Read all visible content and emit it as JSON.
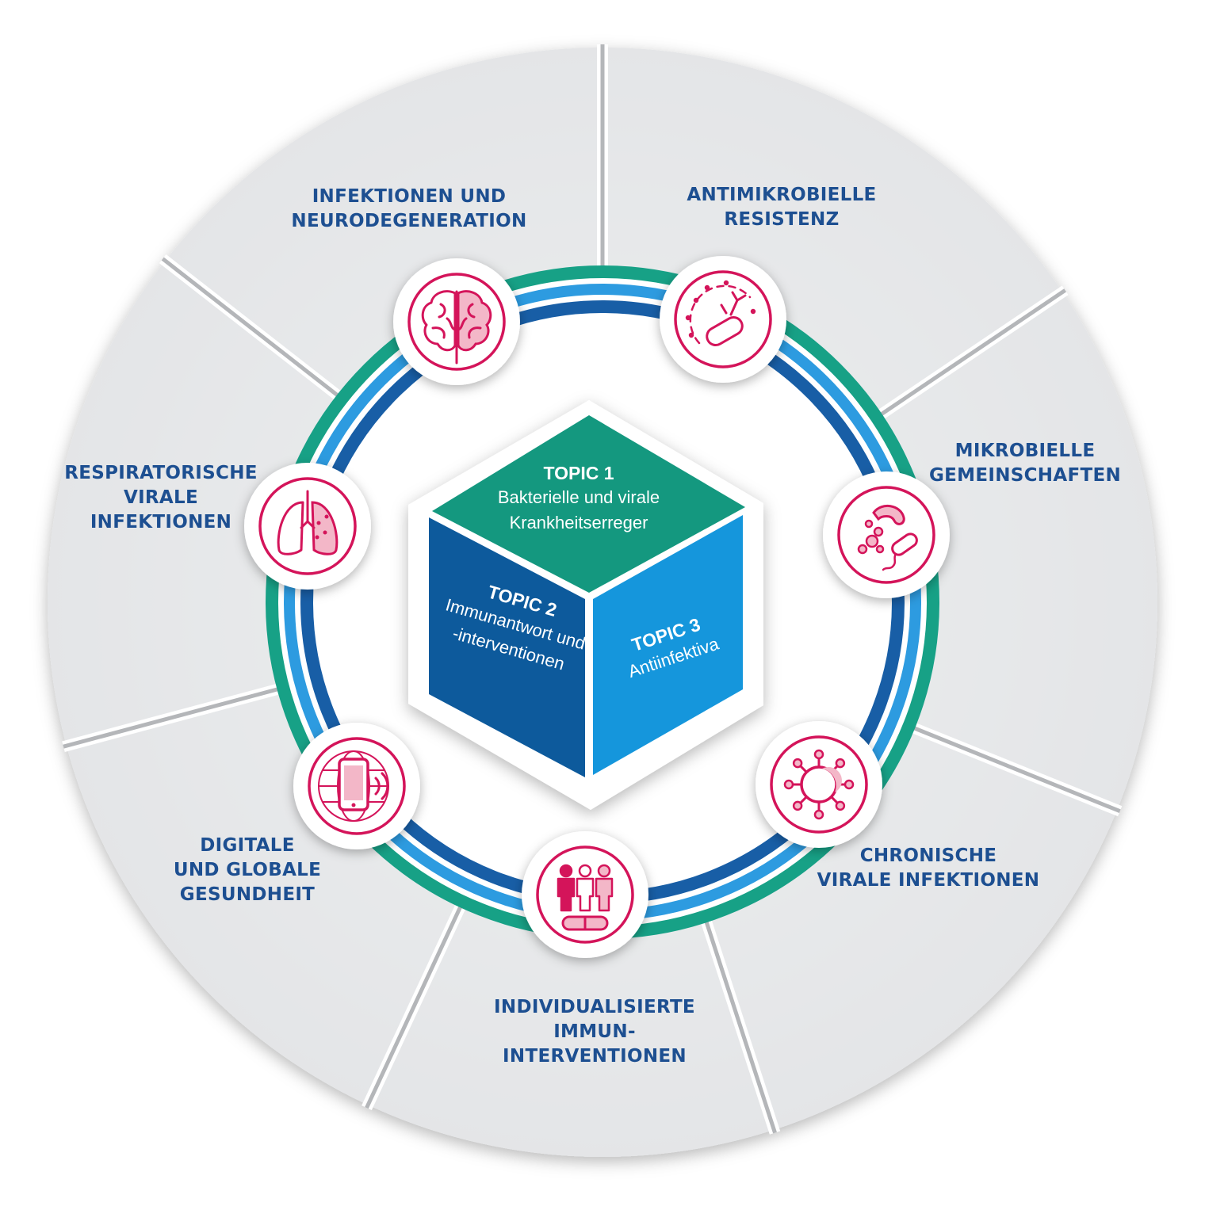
{
  "segments": [
    {
      "id": "neuro",
      "lines": [
        "INFEKTIONEN UND",
        "NEURODEGENERATION"
      ],
      "icon": "brain-icon"
    },
    {
      "id": "amr",
      "lines": [
        "ANTIMIKROBIELLE",
        "RESISTENZ"
      ],
      "icon": "bacterium-icon"
    },
    {
      "id": "microbial",
      "lines": [
        "MIKROBIELLE",
        "GEMEINSCHAFTEN"
      ],
      "icon": "microbes-icon"
    },
    {
      "id": "chronic",
      "lines": [
        "CHRONISCHE",
        "VIRALE INFEKTIONEN"
      ],
      "icon": "virus-icon"
    },
    {
      "id": "individual",
      "lines": [
        "INDIVIDUALISIERTE",
        "IMMUN-",
        "INTERVENTIONEN"
      ],
      "icon": "people-pill-icon"
    },
    {
      "id": "digital",
      "lines": [
        "DIGITALE",
        "UND GLOBALE",
        "GESUNDHEIT"
      ],
      "icon": "globe-phone-icon"
    },
    {
      "id": "respiratory",
      "lines": [
        "RESPIRATORISCHE",
        "VIRALE",
        "INFEKTIONEN"
      ],
      "icon": "lungs-icon"
    }
  ],
  "topics": {
    "topic1": {
      "title": "TOPIC 1",
      "lines": [
        "Bakterielle und virale",
        "Krankheitserreger"
      ]
    },
    "topic2": {
      "title": "TOPIC 2",
      "lines": [
        "Immunantwort und",
        "-interventionen"
      ]
    },
    "topic3": {
      "title": "TOPIC 3",
      "lines": [
        "Antiinfektiva"
      ]
    }
  },
  "colors": {
    "segment_fill": "#e6e7e9",
    "segment_separator": "#b4b6b9",
    "ring_green": "#17a186",
    "ring_light_blue": "#2d9be0",
    "ring_dark_blue": "#185ea6",
    "icon_magenta": "#d4145a",
    "icon_light": "#f3b7c8",
    "label_blue": "#1d4f91",
    "cube_top": "#14987f",
    "cube_left": "#0d5a9c",
    "cube_right": "#1596dc"
  }
}
